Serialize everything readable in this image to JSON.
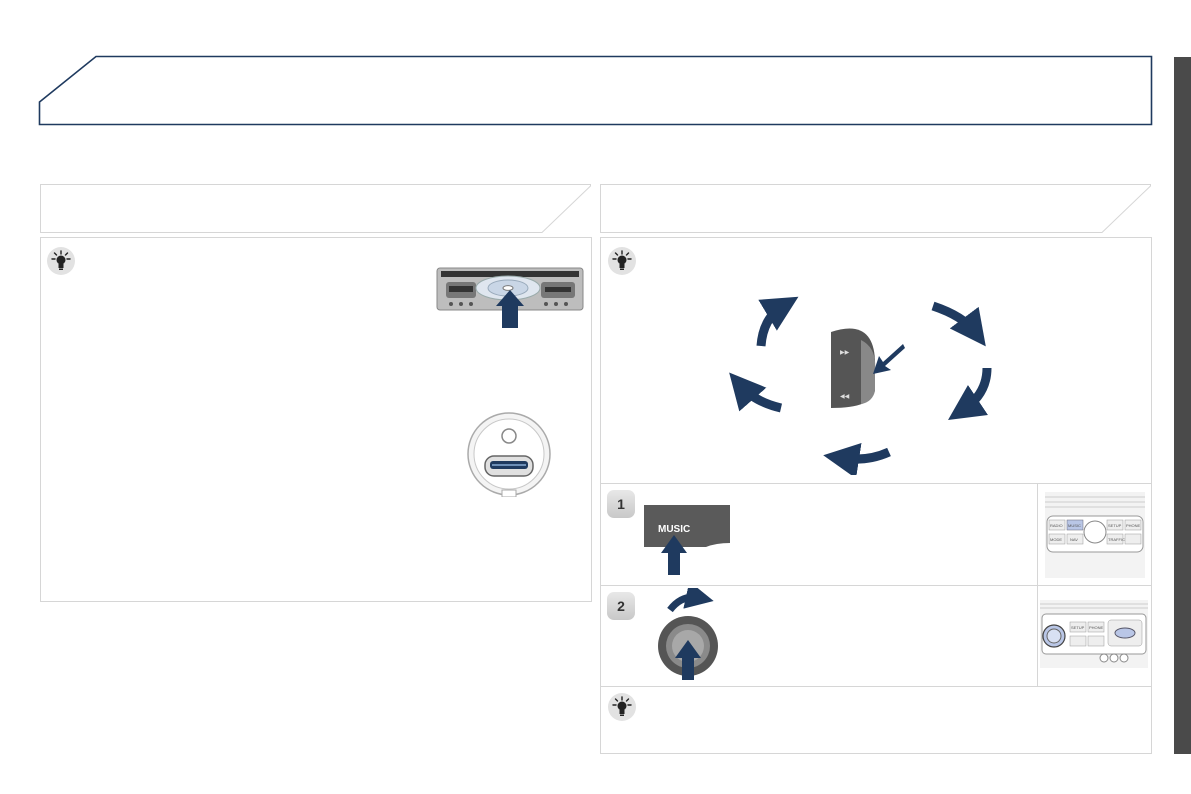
{
  "header": {
    "title": ""
  },
  "left_panel": {
    "title": "",
    "tip_icon": "light-bulb-icon",
    "images": [
      "cd-slot-illustration",
      "usb-port-illustration"
    ]
  },
  "right_panel": {
    "title": "",
    "tip_icon": "light-bulb-icon",
    "steps": [
      {
        "number": "1",
        "button_label": "MUSIC"
      },
      {
        "number": "2"
      }
    ],
    "console_labels": {
      "radio": "RADIO",
      "music": "MUSIC",
      "nav": "NAV",
      "mode": "MODE",
      "setup": "SETUP",
      "phone": "PHONE",
      "traffic": "TRAFFIC"
    }
  },
  "colors": {
    "accent": "#1f3a5f",
    "border": "#d6d6d6",
    "sidebar": "#4a4a4a"
  }
}
